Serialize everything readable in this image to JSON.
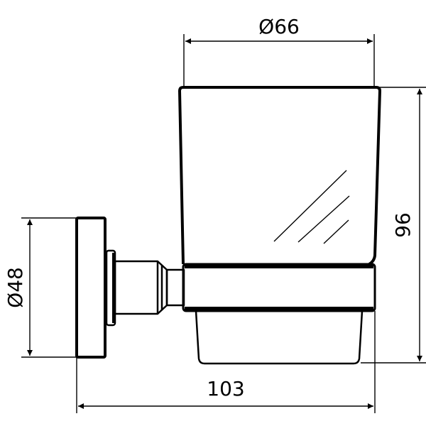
{
  "dimensions": {
    "cup_diameter": "Ø66",
    "height": "96",
    "plate_diameter": "Ø48",
    "depth": "103"
  },
  "colors": {
    "line": "#000000",
    "background": "#ffffff"
  }
}
